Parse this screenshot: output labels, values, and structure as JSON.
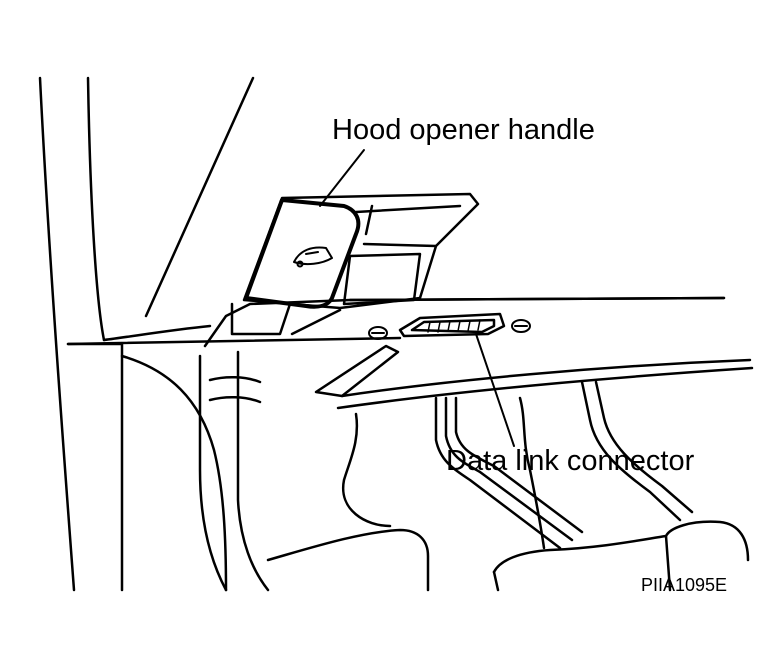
{
  "callouts": {
    "hood_opener_handle": "Hood opener handle",
    "data_link_connector": "Data link connector"
  },
  "figure_code": "PIIA1095E",
  "colors": {
    "ink": "#000000",
    "background": "#ffffff"
  }
}
